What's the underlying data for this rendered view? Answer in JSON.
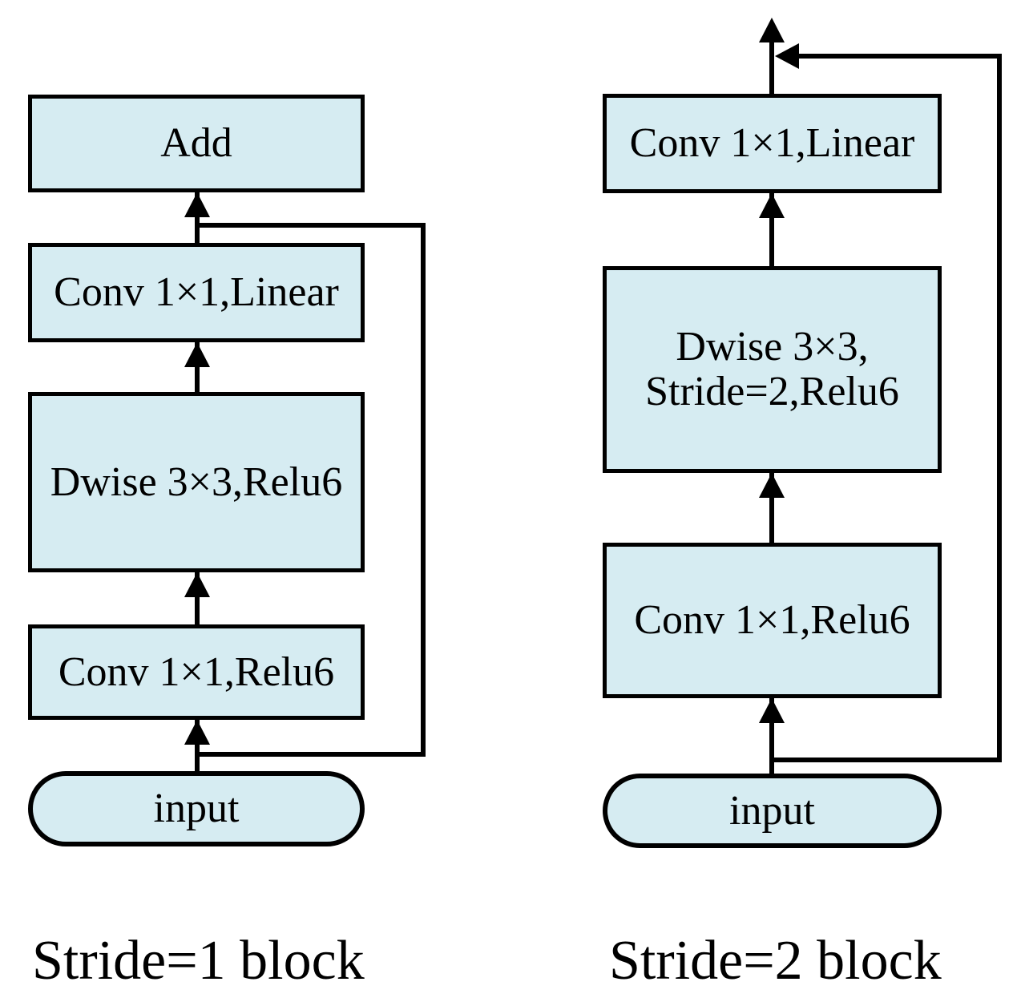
{
  "figure": {
    "background": "#ffffff",
    "node_fill": "#d6ecf2",
    "line_color": "#000000",
    "left_block": {
      "caption": "Stride=1 block",
      "nodes": {
        "add": {
          "label": "Add"
        },
        "conv_linear": {
          "label": "Conv 1×1,Linear"
        },
        "dwise": {
          "label": "Dwise 3×3,Relu6"
        },
        "conv_relu": {
          "label": "Conv 1×1,Relu6"
        },
        "input": {
          "label": "input"
        }
      }
    },
    "right_block": {
      "caption": "Stride=2 block",
      "nodes": {
        "conv_linear": {
          "label": "Conv 1×1,Linear"
        },
        "dwise": {
          "label_line1": "Dwise 3×3,",
          "label_line2": "Stride=2,Relu6"
        },
        "conv_relu": {
          "label": "Conv 1×1,Relu6"
        },
        "input": {
          "label": "input"
        }
      }
    }
  }
}
